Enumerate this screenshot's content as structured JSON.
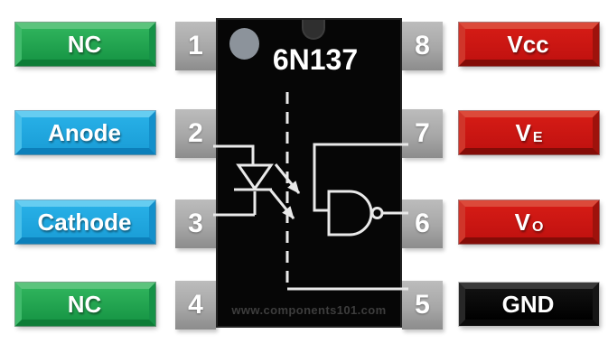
{
  "chip": {
    "part_number": "6N137",
    "watermark": "www.components101.com",
    "body_color": "#060606",
    "notch_color": "#2f2f2f",
    "indicator_dot_color": "#8c939b",
    "wire_color": "#e9e9e9"
  },
  "pins": {
    "left": [
      {
        "number": "1",
        "name": "NC",
        "main": "NC",
        "sub": "",
        "color": "#1ea750"
      },
      {
        "number": "2",
        "name": "Anode",
        "main": "Anode",
        "sub": "",
        "color": "#21a9e0"
      },
      {
        "number": "3",
        "name": "Cathode",
        "main": "Cathode",
        "sub": "",
        "color": "#21a9e0"
      },
      {
        "number": "4",
        "name": "NC",
        "main": "NC",
        "sub": "",
        "color": "#1ea750"
      }
    ],
    "right": [
      {
        "number": "8",
        "name": "Vcc",
        "main": "Vcc",
        "sub": "",
        "color": "#ce1414"
      },
      {
        "number": "7",
        "name": "VE",
        "main": "V",
        "sub": "E",
        "color": "#ce1414"
      },
      {
        "number": "6",
        "name": "VO",
        "main": "V",
        "sub": "O",
        "color": "#ce1414"
      },
      {
        "number": "5",
        "name": "GND",
        "main": "GND",
        "sub": "",
        "color": "#000000"
      }
    ]
  },
  "colors": {
    "background": "#ffffff",
    "nc_green": "#1ea750",
    "signal_blue": "#21a9e0",
    "power_red": "#ce1414",
    "ground_black": "#000000",
    "pin_gray_top": "#bcbcbc",
    "pin_gray_bottom": "#8c8c8c"
  }
}
